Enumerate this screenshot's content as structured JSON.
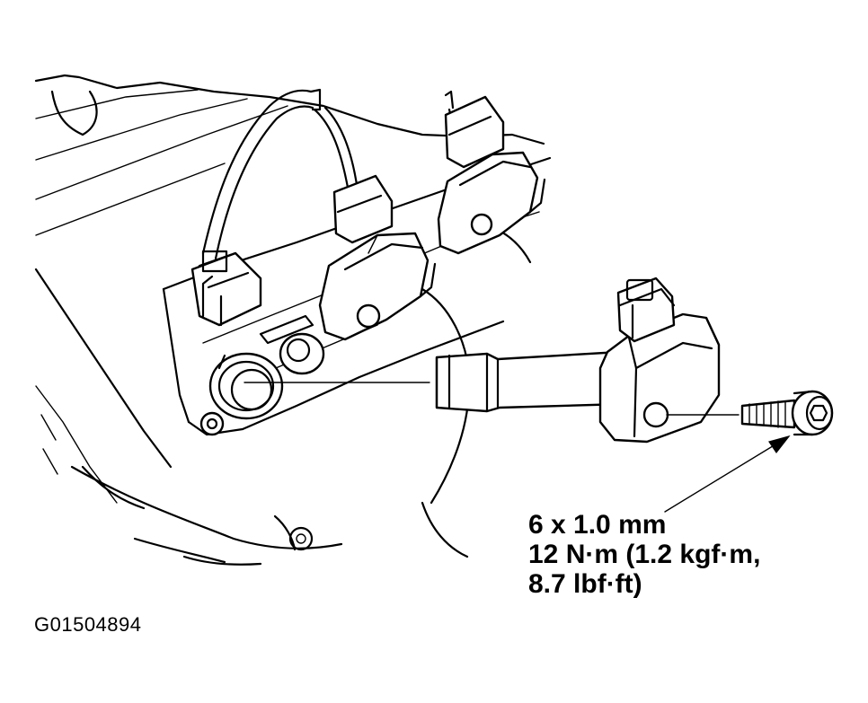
{
  "figure": {
    "id": "G01504894",
    "callout": {
      "bolt_size": "6 x 1.0 mm",
      "torque_line1": "12 N·m (1.2 kgf·m,",
      "torque_line2": "8.7 lbf·ft)"
    },
    "parts": [
      "engine-cylinder-head",
      "ignition-coil-connector",
      "ignition-coil",
      "spark-plug-hole",
      "ignition-coil-mounting-bolt"
    ]
  }
}
